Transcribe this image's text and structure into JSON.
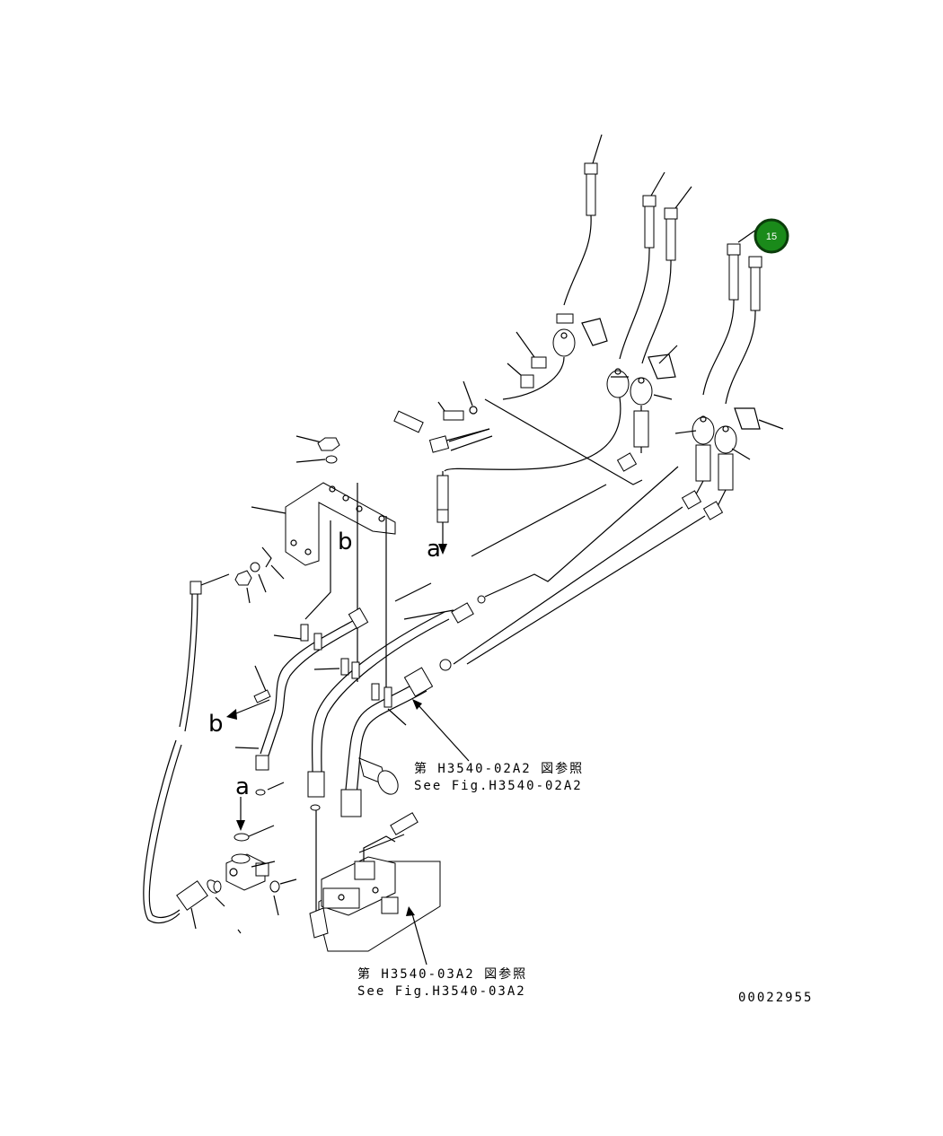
{
  "callout": {
    "number": "15",
    "color": "#1a8a1a",
    "ring": "#0b3d0b"
  },
  "labels": {
    "a_top": "a",
    "a_mid": "a",
    "b_bracket": "b",
    "b_left": "b"
  },
  "references": {
    "ref1_jp": "第 H3540-02A2 図参照",
    "ref1_en": "See Fig.H3540-02A2",
    "ref2_jp": "第 H3540-03A2 図参照",
    "ref2_en": "See Fig.H3540-03A2"
  },
  "drawing_number": "00022955"
}
